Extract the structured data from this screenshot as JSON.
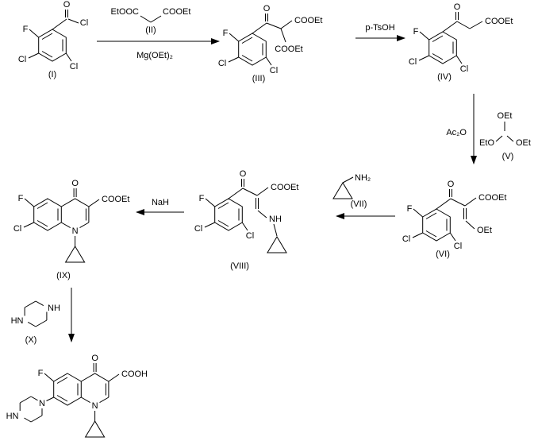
{
  "scheme": {
    "colors": {
      "ink": "#000000",
      "background": "#ffffff"
    },
    "compounds": {
      "c1": {
        "label": "(I)",
        "f": "F",
        "cl_left": "Cl",
        "cl_bottom": "Cl",
        "o": "O",
        "cl_acyl": "Cl"
      },
      "c2": {
        "label": "(II)",
        "ester_left": "EtOOC",
        "ester_right": "COOEt"
      },
      "c3": {
        "label": "(III)",
        "f": "F",
        "cl_left": "Cl",
        "cl_bottom": "Cl",
        "o": "O",
        "ester_top": "COOEt",
        "ester_bottom": "COOEt"
      },
      "c4": {
        "label": "(IV)",
        "f": "F",
        "cl_left": "Cl",
        "cl_bottom": "Cl",
        "o": "O",
        "ester": "COOEt"
      },
      "c5": {
        "label": "(V)",
        "oet_top": "OEt",
        "eto_left": "EtO",
        "oet_right": "OEt"
      },
      "c6": {
        "label": "(VI)",
        "f": "F",
        "cl_left": "Cl",
        "cl_bottom": "Cl",
        "o": "O",
        "ester": "COOEt",
        "oet": "OEt"
      },
      "c7": {
        "label": "(VII)",
        "nh2": "NH₂"
      },
      "c8": {
        "label": "(VIII)",
        "f": "F",
        "cl_left": "Cl",
        "cl_bottom": "Cl",
        "o": "O",
        "ester": "COOEt",
        "nh": "NH"
      },
      "c9": {
        "label": "(IX)",
        "f": "F",
        "cl": "Cl",
        "o": "O",
        "ester": "COOEt",
        "n": "N"
      },
      "c10": {
        "label": "(X)",
        "nh": "NH",
        "hn": "HN"
      },
      "product": {
        "f": "F",
        "o": "O",
        "acid": "COOH",
        "n1": "N",
        "n4": "N",
        "hn": "HN"
      }
    },
    "reagents": {
      "step1_below": "Mg(OEt)₂",
      "step2": "p-TsOH",
      "step3": "Ac₂O",
      "step5": "NaH"
    }
  }
}
